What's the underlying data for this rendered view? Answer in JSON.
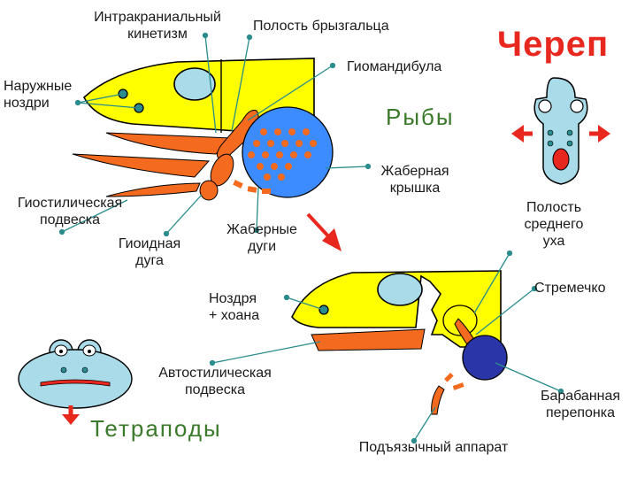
{
  "labels": {
    "kinetism": "Интракраниальный\nкинетизм",
    "spiracle": "Полость брызгальца",
    "hyomandibula": "Гиомандибула",
    "nostrils": "Наружные\nноздри",
    "gill_cover": "Жаберная\nкрышка",
    "hyostylic": "Гиостилическая\nподвеска",
    "hyoid_arch": "Гиоидная\nдуга",
    "gill_arches": "Жаберные\nдуги",
    "middle_ear": "Полость\nсреднего\nуха",
    "stapes": "Стремечко",
    "nostril_choana": "Ноздря\n+ хоана",
    "autostylic": "Автостилическая\nподвеска",
    "tympanum": "Барабанная\nперепонка",
    "hyoid_apparatus": "Подъязычный аппарат"
  },
  "titles": {
    "skull": "Череп",
    "fishes": "Рыбы",
    "tetrapods": "Тетраподы"
  },
  "colors": {
    "yellow": "#ffff00",
    "orange": "#f46a1e",
    "blue": "#3d8cff",
    "dark_blue": "#2a35a8",
    "light_blue": "#a9dce8",
    "teal": "#2a8c8c",
    "red": "#e8281e",
    "green_text": "#3a7a2a"
  }
}
